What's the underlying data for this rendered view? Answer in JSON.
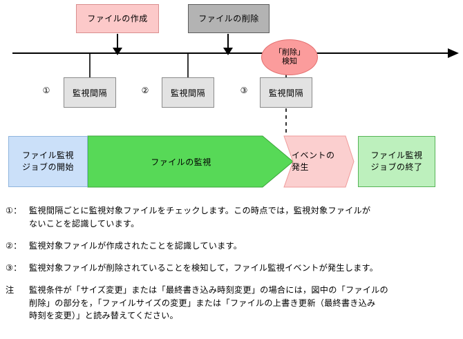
{
  "diagram": {
    "title_alt": "ファイル監視ジョブのイベント検知タイミング",
    "timeline": {
      "arrow_direction": "right",
      "tick_count": 3
    },
    "events": [
      {
        "id": "file-create",
        "label": "ファイルの作成",
        "fill": "#fcc9c9",
        "stroke": "#d98e8e"
      },
      {
        "id": "file-delete",
        "label": "ファイルの削除",
        "fill": "#b3b3b3",
        "stroke": "#5c5c5c"
      }
    ],
    "detection": {
      "line1": "「削除」",
      "line2": "検知",
      "fill": "#fb9c9c",
      "stroke": "#e36f6f"
    },
    "intervals": [
      {
        "marker": "①",
        "label": "監視間隔"
      },
      {
        "marker": "②",
        "label": "監視間隔"
      },
      {
        "marker": "③",
        "label": "監視間隔"
      }
    ],
    "flow": [
      {
        "id": "job-start",
        "line1": "ファイル監視",
        "line2": "ジョブの開始",
        "fill": "#cbe0f9",
        "stroke": "#8fb4dd"
      },
      {
        "id": "file-monitoring",
        "line1": "ファイルの監視",
        "line2": "",
        "fill": "#57d957",
        "stroke": "#3aa33a"
      },
      {
        "id": "event-occurrence",
        "line1": "イベントの",
        "line2": "発生",
        "fill": "#fbcfcf",
        "stroke": "#ef9a9a"
      },
      {
        "id": "job-end",
        "line1": "ファイル監視",
        "line2": "ジョブの終了",
        "fill": "#bdf0bd",
        "stroke": "#55b355"
      }
    ]
  },
  "notes": [
    {
      "marker": "①：",
      "line1": "監視間隔ごとに監視対象ファイルをチェックします。この時点では，監視対象ファイルが",
      "line2": "ないことを認識しています。"
    },
    {
      "marker": "②：",
      "line1": "監視対象ファイルが作成されたことを認識しています。",
      "line2": ""
    },
    {
      "marker": "③：",
      "line1": "監視対象ファイルが削除されていることを検知して，ファイル監視イベントが発生します。",
      "line2": ""
    },
    {
      "marker": "注",
      "line1": "監視条件が「サイズ変更」または「最終書き込み時刻変更」の場合には，図中の「ファイルの",
      "line2": "削除」の部分を，「ファイルサイズの変更」または「ファイルの上書き更新（最終書き込み",
      "line3": "時刻を変更）」と読み替えてください。"
    }
  ]
}
